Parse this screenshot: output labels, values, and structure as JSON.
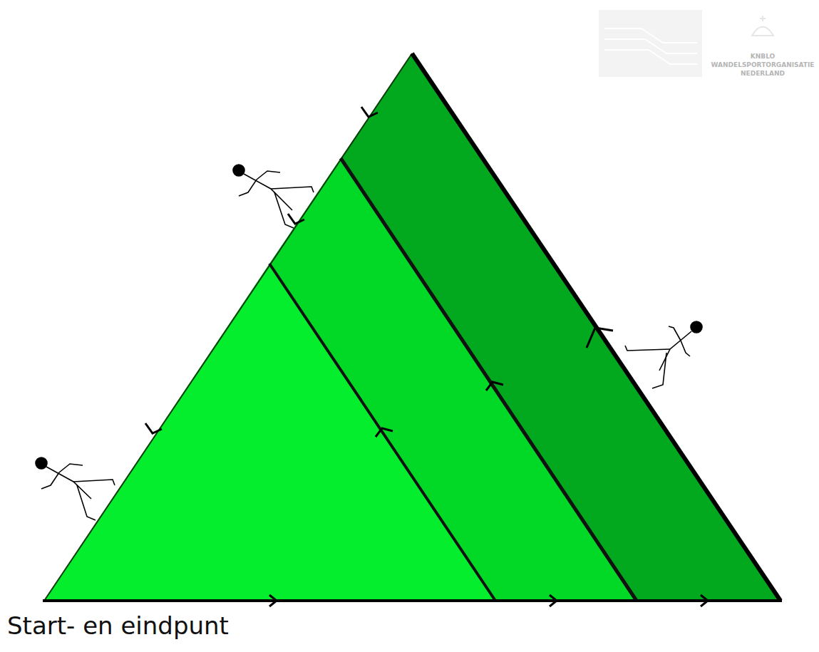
{
  "diagram": {
    "labels": [
      "Start- en eindpunt",
      "KNBLO",
      "WANDELSPORTORGANISATIE",
      "NEDERLAND"
    ]
  }
}
